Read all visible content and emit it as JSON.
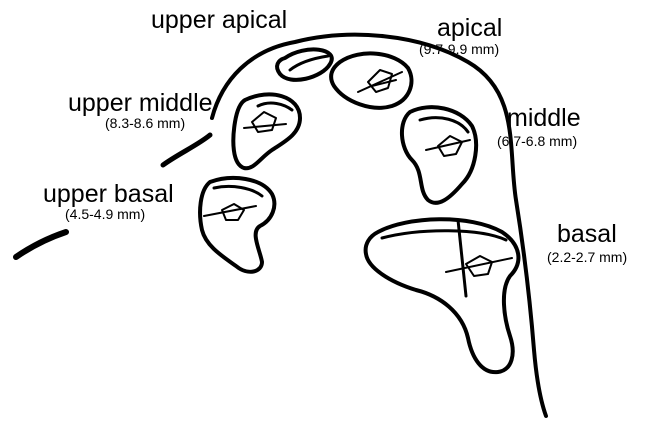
{
  "labels": {
    "upper_apical": {
      "name": "upper apical"
    },
    "apical": {
      "name": "apical",
      "range": "(9.7-9.9 mm)"
    },
    "upper_middle": {
      "name": "upper middle",
      "range": "(8.3-8.6 mm)"
    },
    "middle": {
      "name": "middle",
      "range": "(6.7-6.8 mm)"
    },
    "upper_basal": {
      "name": "upper basal",
      "range": "(4.5-4.9 mm)"
    },
    "basal": {
      "name": "basal",
      "range": "(2.2-2.7 mm)"
    }
  },
  "colors": {
    "ink": "#000000",
    "background": "#ffffff"
  }
}
